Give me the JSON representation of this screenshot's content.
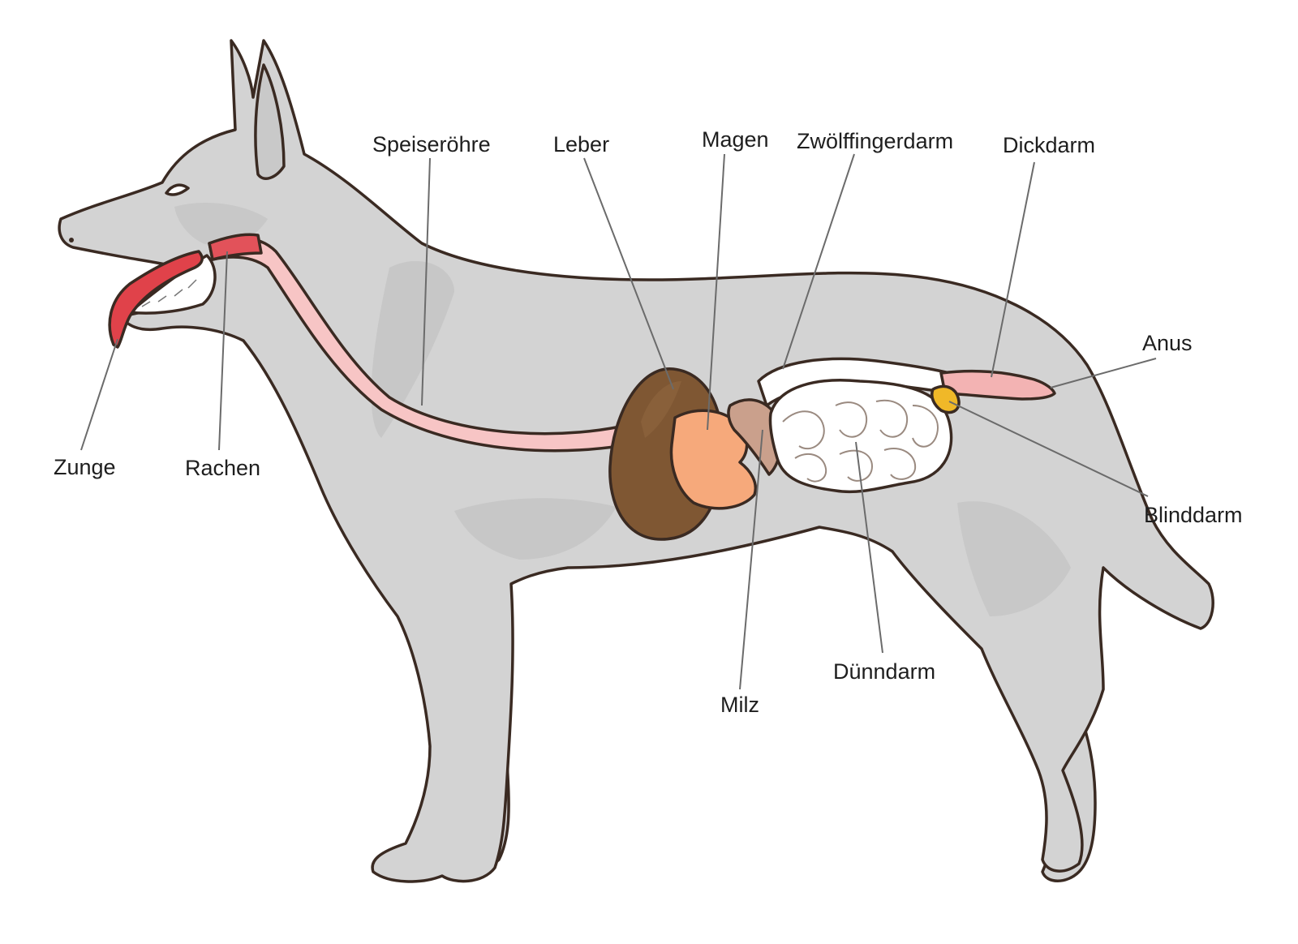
{
  "labels": {
    "speiseroehre": "Speiseröhre",
    "leber": "Leber",
    "magen": "Magen",
    "zwoelffingerdarm": "Zwölffingerdarm",
    "dickdarm": "Dickdarm",
    "anus": "Anus",
    "blinddarm": "Blinddarm",
    "duenndarm": "Dünndarm",
    "milz": "Milz",
    "zunge": "Zunge",
    "rachen": "Rachen"
  },
  "colors": {
    "body": "#d3d3d3",
    "body_shadow": "#bdbdbd",
    "outline": "#3a2a22",
    "tongue": "#e0424a",
    "throat": "#e2525a",
    "esophagus": "#f7c5c5",
    "liver": "#7f5733",
    "stomach": "#f6a97b",
    "spleen": "#caa08c",
    "small_intestine": "#ffffff",
    "large_intestine": "#f3b3b3",
    "cecum": "#f0b828",
    "leader_line": "#6b6b6b"
  }
}
